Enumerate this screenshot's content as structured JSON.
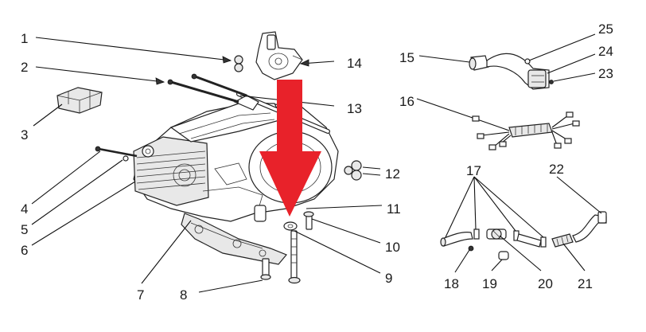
{
  "labels": {
    "l1": "1",
    "l2": "2",
    "l3": "3",
    "l4": "4",
    "l5": "5",
    "l6": "6",
    "l7": "7",
    "l8": "8",
    "l9": "9",
    "l10": "10",
    "l11": "11",
    "l12": "12",
    "l13": "13",
    "l14": "14",
    "l15": "15",
    "l16": "16",
    "l17": "17",
    "l18": "18",
    "l19": "19",
    "l20": "20",
    "l21": "21",
    "l22": "22",
    "l23": "23",
    "l24": "24",
    "l25": "25"
  },
  "colors": {
    "highlight_arrow": "#e8222a",
    "line": "#111111"
  },
  "icons": {
    "highlight": "red-down-arrow-icon"
  }
}
